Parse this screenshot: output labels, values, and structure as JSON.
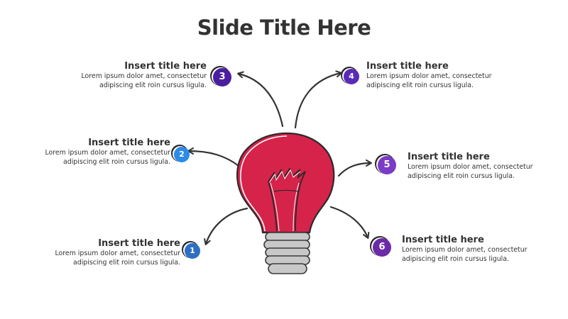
{
  "slide": {
    "title": "Slide Title Here"
  },
  "colors": {
    "bulb": "#D6234A",
    "base": "#C8C8C8",
    "outline": "#333333",
    "step1": "#2E6FC4",
    "step2": "#2D8BE8",
    "step3": "#4B1EA0",
    "step4": "#5A2AB8",
    "step5": "#7B3BC4",
    "step6": "#6B2BA8"
  },
  "items": [
    {
      "number": "1",
      "title": "Insert title here",
      "desc1": "Lorem ipsum dolor amet, consectetur",
      "desc2": "adipiscing elit roin cursus ligula."
    },
    {
      "number": "2",
      "title": "Insert title here",
      "desc1": "Lorem ipsum dolor amet, consectetur",
      "desc2": "adipiscing elit roin cursus ligula."
    },
    {
      "number": "3",
      "title": "Insert title here",
      "desc1": "Lorem ipsum dolor amet, consectetur",
      "desc2": "adipiscing elit roin cursus ligula."
    },
    {
      "number": "4",
      "title": "Insert title here",
      "desc1": "Lorem ipsum dolor amet, consectetur",
      "desc2": "adipiscing elit roin cursus ligula."
    },
    {
      "number": "5",
      "title": "Insert title here",
      "desc1": "Lorem ipsum dolor amet, consectetur",
      "desc2": "adipiscing elit roin cursus ligula."
    },
    {
      "number": "6",
      "title": "Insert title here",
      "desc1": "Lorem ipsum dolor amet, consectetur",
      "desc2": "adipiscing elit roin cursus ligula."
    }
  ]
}
